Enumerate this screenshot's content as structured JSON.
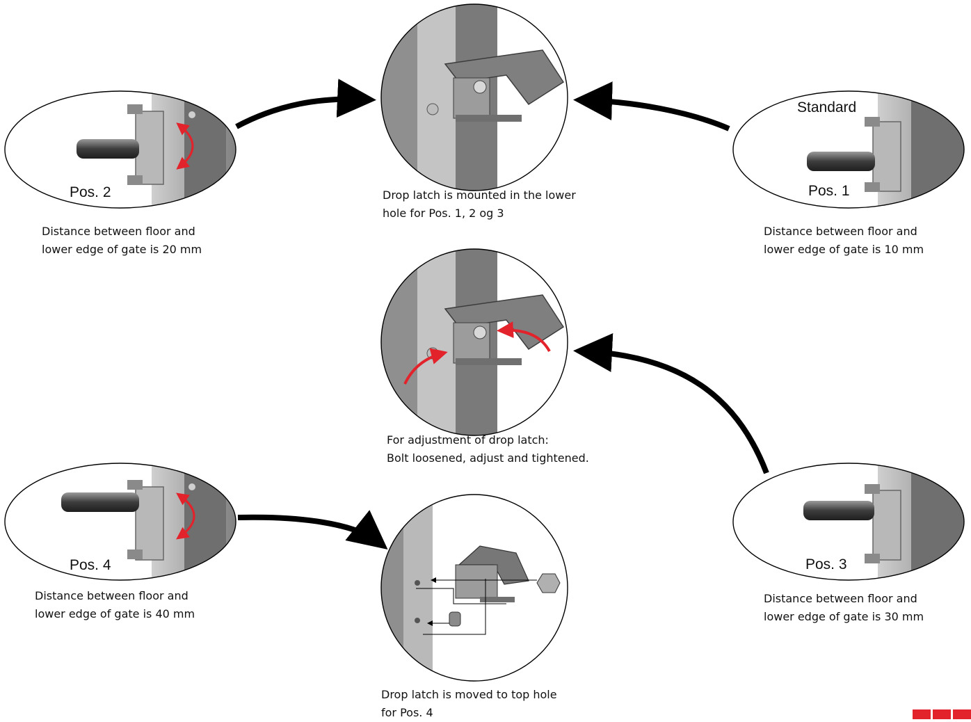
{
  "colors": {
    "arrow": "#000000",
    "adjust_arrow": "#e3232b",
    "metal": "#8a8a8a",
    "metal_dark": "#555555",
    "post": "#9a9a9a",
    "logo": "#e3232b"
  },
  "positions": {
    "pos2": {
      "label": "Pos. 2",
      "caption": [
        "Distance between floor and",
        "lower edge of gate is 20 mm"
      ]
    },
    "pos1": {
      "label": "Pos. 1",
      "badge": "Standard",
      "caption": [
        "Distance between floor and",
        "lower edge of gate is 10 mm"
      ]
    },
    "pos3": {
      "label": "Pos. 3",
      "caption": [
        "Distance between floor and",
        "lower edge of gate is 30 mm"
      ]
    },
    "pos4": {
      "label": "Pos. 4",
      "caption": [
        "Distance between floor and",
        "lower edge of gate is 40 mm"
      ]
    }
  },
  "details": {
    "lower_hole": {
      "caption": [
        "Drop latch is mounted in the lower",
        "hole for Pos. 1, 2 og 3"
      ]
    },
    "adjust": {
      "caption": [
        "For adjustment of drop latch:",
        "Bolt loosened, adjust and tightened."
      ]
    },
    "top_hole": {
      "caption": [
        "Drop latch is moved to top hole",
        "for Pos. 4"
      ]
    }
  },
  "icons": {
    "flow_arrow": "curved-arrow-icon",
    "adjust_arrow": "curved-red-arrow-icon",
    "logo": "brand-logo-icon"
  }
}
